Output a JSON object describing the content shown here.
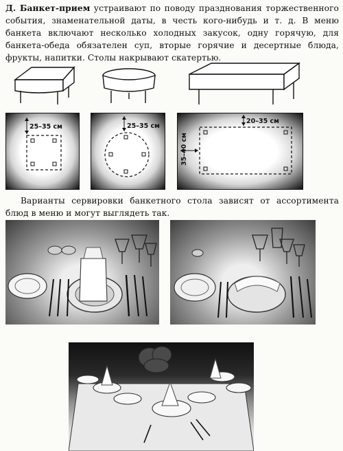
{
  "intro": {
    "label": "Д. Банкет-прием",
    "text": " устраивают по поводу празднования торжественного события, знаменательной даты, в честь кого-нибудь и т. д. В меню банкета включают несколько холодных закусок, одну горячую, для банкета-обеда обязателен суп, вторые горячие и десертные блюда, фрукты, напитки. Столы накрывают скатертью."
  },
  "diagrams": {
    "square_overhang": "25–35 см",
    "round_overhang": "25–35 см",
    "rect_top_overhang": "20–35 см",
    "rect_side_overhang": "35–40 см"
  },
  "variants_text": "Варианты сервировки банкетного стола зависят от ассортимента блюд в меню и могут выглядеть так."
}
